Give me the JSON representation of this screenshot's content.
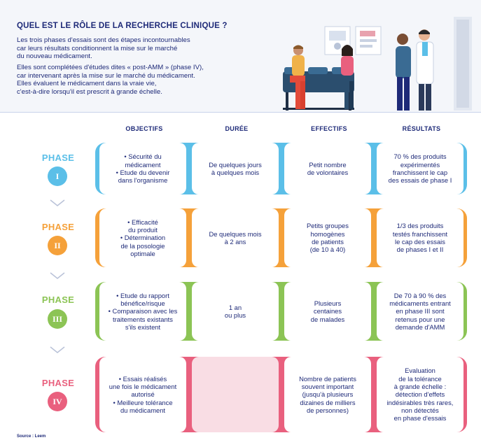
{
  "header": {
    "title": "QUEL EST LE RÔLE DE LA RECHERCHE CLINIQUE ?",
    "paragraph1": "Les trois phases d'essais sont des étapes incontournables\ncar leurs résultats conditionnent la mise sur le marché\ndu nouveau médicament.",
    "paragraph2": "Elles sont complétées d'études dites « post-AMM » (phase IV),\ncar intervenant après la mise sur le marché du médicament.\nElles évaluent le médicament dans la vraie vie,\nc'est-à-dire lorsqu'il est prescrit à grande échelle."
  },
  "columns": [
    "OBJECTIFS",
    "DURÉE",
    "EFFECTIFS",
    "RÉSULTATS"
  ],
  "phases": [
    {
      "label": "PHASE",
      "numeral": "I",
      "color": "#5bbfe8",
      "objectifs": "• Sécurité du\nmédicament\n• Etude du devenir\ndans l'organisme",
      "duree": "De quelques jours\nà quelques mois",
      "effectifs": "Petit nombre\nde volontaires",
      "resultats": "70 % des produits\nexpérimentés\nfranchissent le cap\ndes essais de phase I"
    },
    {
      "label": "PHASE",
      "numeral": "II",
      "color": "#f5a13a",
      "objectifs": "• Efficacité\ndu produit\n• Détermination\nde la posologie\noptimale",
      "duree": "De quelques mois\nà 2 ans",
      "effectifs": "Petits groupes\nhomogènes\nde patients\n(de 10 à 40)",
      "resultats": "1/3 des produits\ntestés franchissent\nle cap des essais\nde phases I et II"
    },
    {
      "label": "PHASE",
      "numeral": "III",
      "color": "#8cc455",
      "objectifs": "• Etude du rapport\nbénéfice/risque\n• Comparaison avec les\ntraitements existants\ns'ils existent",
      "duree": "1 an\nou plus",
      "effectifs": "Plusieurs\ncentaines\nde malades",
      "resultats": "De 70 à 90 % des\nmédicaments entrant\nen phase III sont\nretenus pour une\ndemande d'AMM"
    },
    {
      "label": "PHASE",
      "numeral": "IV",
      "color": "#e9607e",
      "objectifs": "• Essais réalisés\nune fois le médicament\nautorisé\n• Meilleure tolérance\ndu médicament",
      "duree": "",
      "effectifs": "Nombre de patients\nsouvent important\n(jusqu'à plusieurs\ndizaines de milliers\nde personnes)",
      "resultats": "Evaluation\nde la tolérance\nà grande échelle :\ndétection d'effets\nindésirables très rares,\nnon détectés\nen phase d'essais"
    }
  ],
  "source": "Source : Leem"
}
